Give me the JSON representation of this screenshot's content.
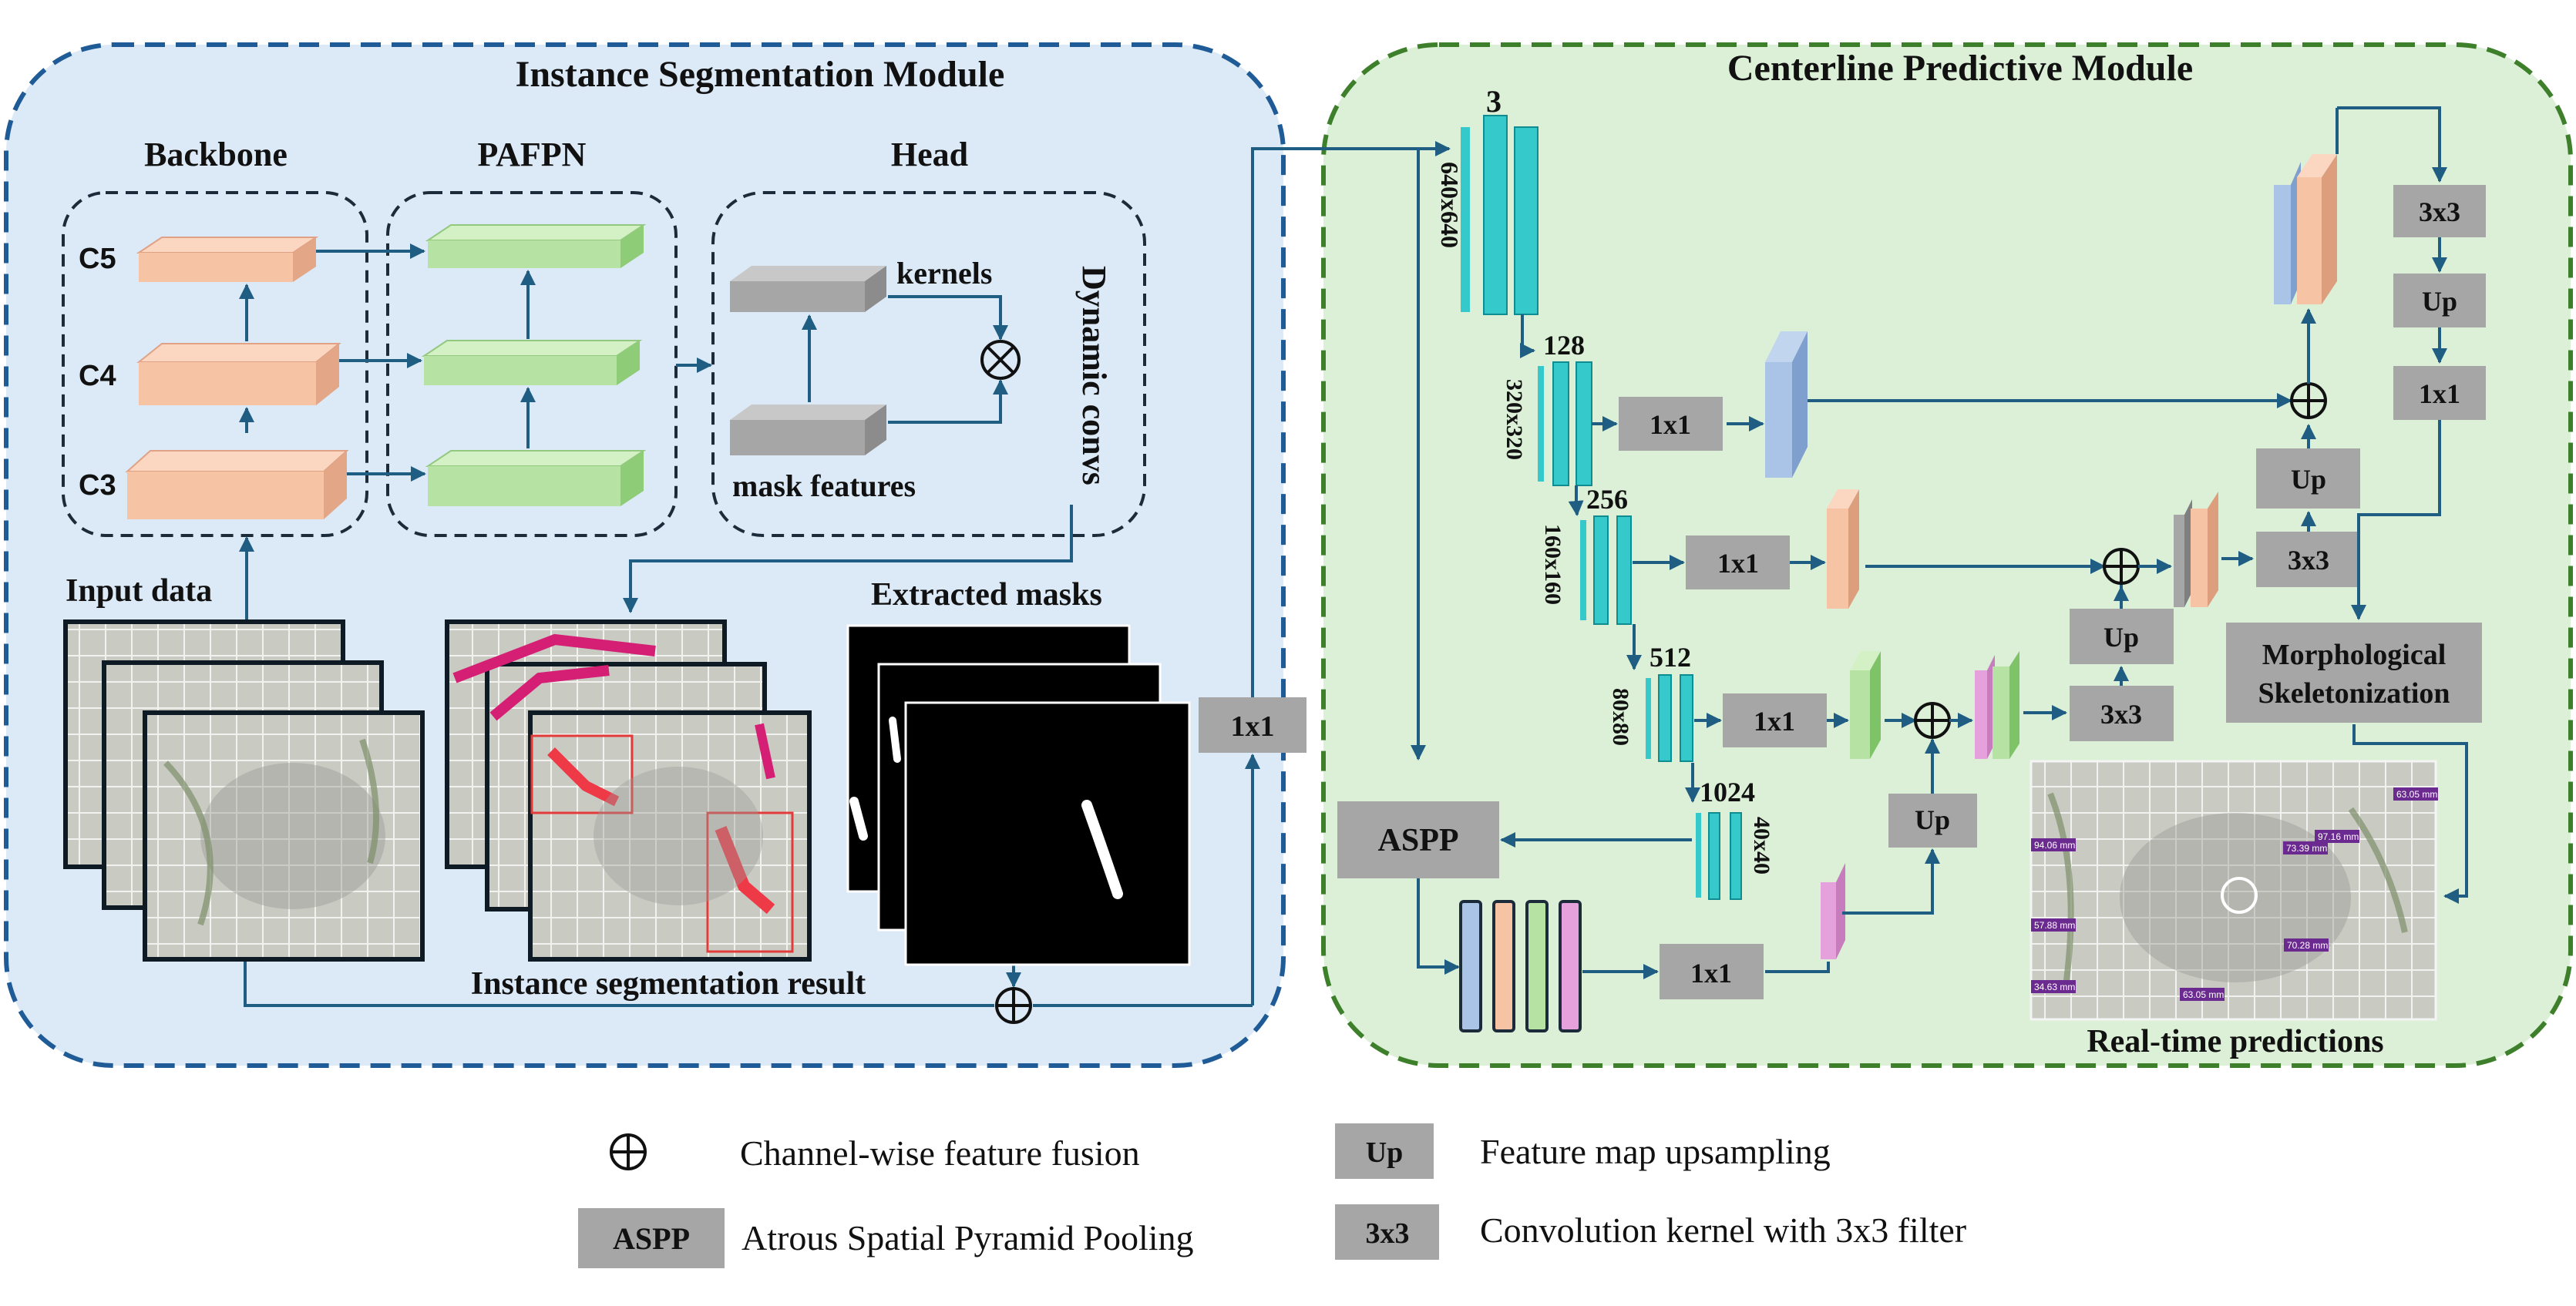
{
  "modules": {
    "instance_title": "Instance Segmentation Module",
    "centerline_title": "Centerline Predictive Module"
  },
  "instance": {
    "backbone": "Backbone",
    "pafpn": "PAFPN",
    "head": "Head",
    "c5": "C5",
    "c4": "C4",
    "c3": "C3",
    "kernels": "kernels",
    "mask_features": "mask features",
    "dynamic_convs": "Dynamic convs",
    "input_data": "Input data",
    "extracted_masks": "Extracted masks",
    "seg_result": "Instance segmentation result",
    "conv1x1": "1x1"
  },
  "centerline": {
    "enc": [
      {
        "channels": "3",
        "size": "640x640"
      },
      {
        "channels": "128",
        "size": "320x320"
      },
      {
        "channels": "256",
        "size": "160x160"
      },
      {
        "channels": "512",
        "size": "80x80"
      },
      {
        "channels": "1024",
        "size": "40x40"
      }
    ],
    "conv1x1": "1x1",
    "conv3x3": "3x3",
    "up": "Up",
    "aspp": "ASPP",
    "morph_line1": "Morphological",
    "morph_line2": "Skeletonization",
    "realtime": "Real-time predictions",
    "measurements": [
      "63.05 mm",
      "97.16 mm",
      "73.39 mm",
      "94.06 mm",
      "57.88 mm",
      "70.28 mm",
      "34.63 mm",
      "63.05 mm"
    ]
  },
  "legend": {
    "fusion": "Channel-wise feature fusion",
    "aspp_box": "ASPP",
    "aspp": "Atrous Spatial Pyramid Pooling",
    "up_box": "Up",
    "up": "Feature map upsampling",
    "k3_box": "3x3",
    "k3": "Convolution kernel with 3x3 filter"
  },
  "colors": {
    "left_panel": "#dce9f6",
    "left_border": "#1f5b96",
    "right_panel": "#dbf0d6",
    "right_border": "#3d7f2a",
    "arrow": "#1f5d82",
    "encoder": "#35c9cc",
    "gray_box": "#a6a6a6",
    "peach": "#f6c3a5",
    "green": "#b6e3a3",
    "blue": "#a9c4e6",
    "pink": "#e5a1dc"
  }
}
